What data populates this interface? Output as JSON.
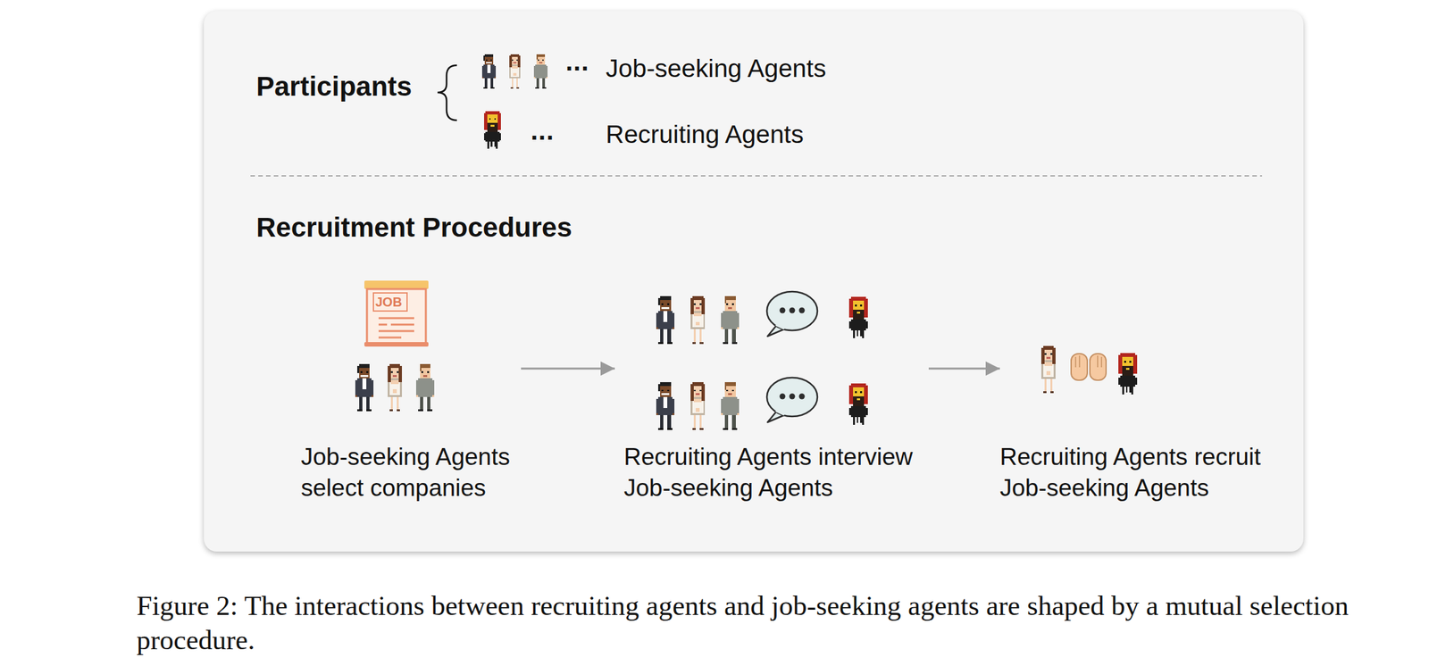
{
  "diagram": {
    "caption": "Figure 2: The interactions between recruiting agents and job-seeking agents are shaped by a mutual selection procedure.",
    "nodes": [
      {
        "text": [
          "Participants",
          "Recruitment Procedures"
        ]
      },
      {
        "text": [
          "Job-seeking Agents select companies"
        ],
        "in": 0
      },
      {
        "text": [
          "Recruiting Agents interview Job-seeking Agents"
        ],
        "in": 0
      },
      {
        "text": [
          "Recruiting Agents recruit Job-seeking Agents"
        ],
        "in": 0
      }
    ],
    "edges": [
      {
        "from": 1,
        "to": 2,
        "arrow": "to"
      },
      {
        "from": 2,
        "to": 3,
        "arrow": "to"
      }
    ],
    "labels": [
      "...",
      "Job-seeking Agents",
      "...",
      "Recruiting Agents",
      "JOB"
    ]
  }
}
